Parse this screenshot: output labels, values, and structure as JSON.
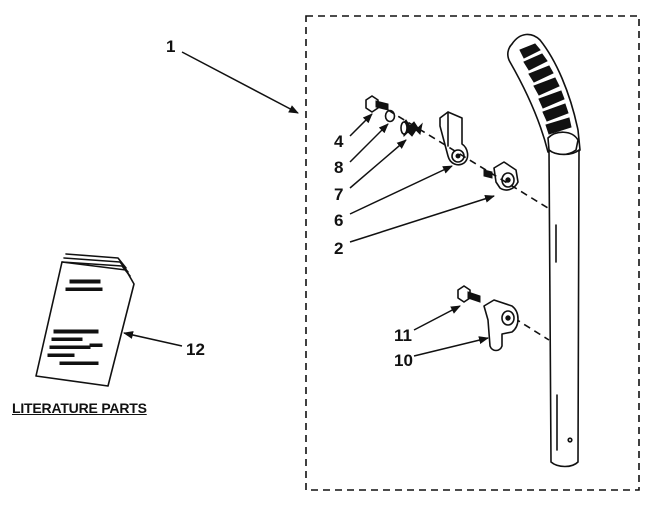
{
  "callouts": {
    "c1": "1",
    "c2": "2",
    "c4": "4",
    "c6": "6",
    "c7": "7",
    "c8": "8",
    "c10": "10",
    "c11": "11",
    "c12": "12"
  },
  "literature_title": "LITERATURE PARTS",
  "colors": {
    "ink": "#111111",
    "paper": "#ffffff"
  }
}
